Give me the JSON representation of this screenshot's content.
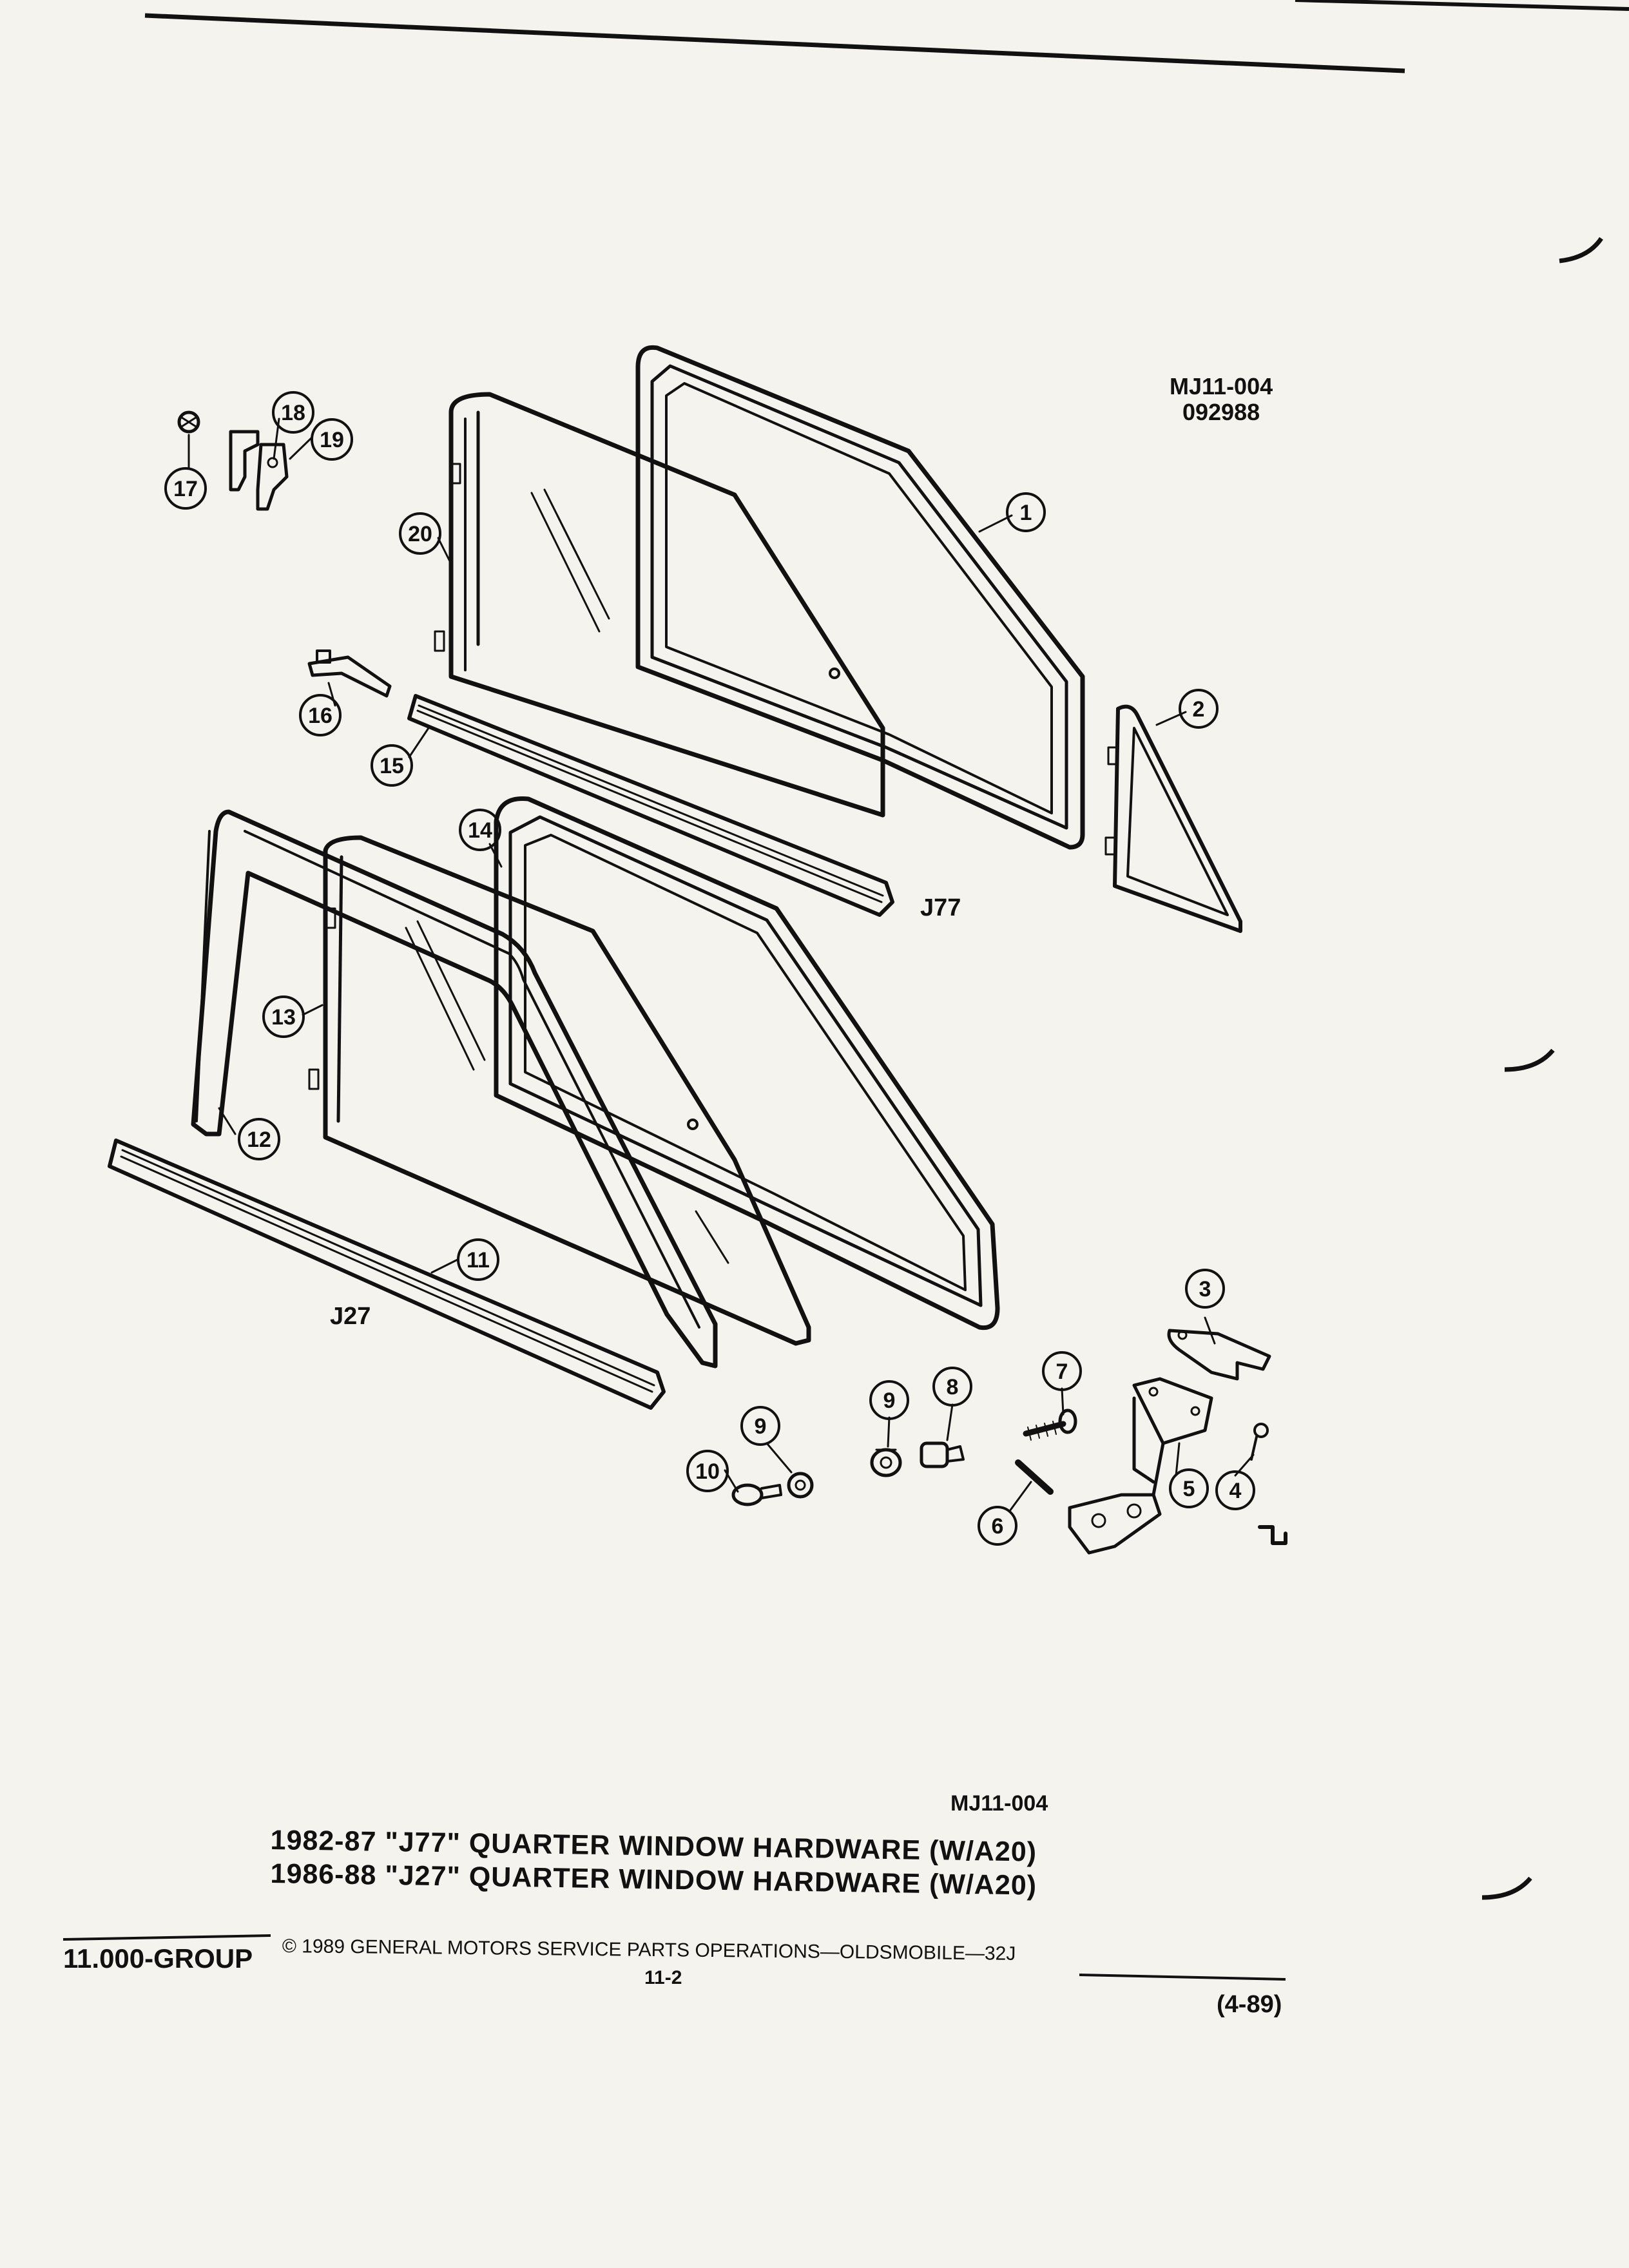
{
  "diagram_ref": {
    "code": "MJ11-004",
    "date": "092988"
  },
  "variant_labels": {
    "j77": "J77",
    "j27": "J27"
  },
  "callouts": [
    "1",
    "2",
    "3",
    "4",
    "5",
    "6",
    "7",
    "8",
    "9",
    "9",
    "10",
    "11",
    "12",
    "13",
    "14",
    "15",
    "16",
    "17",
    "18",
    "19",
    "20"
  ],
  "caption": {
    "code": "MJ11-004",
    "line1": "1982-87 \"J77\" QUARTER WINDOW HARDWARE (W/A20)",
    "line2": "1986-88 \"J27\" QUARTER WINDOW HARDWARE (W/A20)"
  },
  "footer": {
    "group": "11.000-GROUP",
    "copyright": "© 1989 GENERAL MOTORS SERVICE PARTS OPERATIONS—OLDSMOBILE—32J",
    "page": "11-2",
    "date": "(4-89)"
  }
}
